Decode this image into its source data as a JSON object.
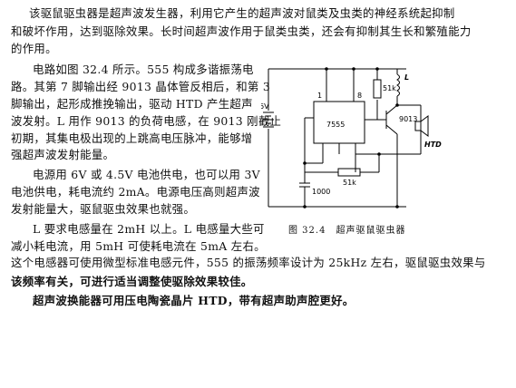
{
  "paragraphs": {
    "intro": [
      "该驱鼠驱虫器是超声波发生器，利用它产生的超声波对鼠类及虫类的神经系统起抑制",
      "和破坏作用，达到驱除效果。长时间超声波作用于鼠类虫类，还会有抑制其生长和繁殖能力",
      "的作用。"
    ],
    "circuit": [
      "电路如图 32.4 所示。555 构成多谐振荡电",
      "路。其第 7 脚输出经 9013 晶体管反相后，和第 3",
      "脚输出，起形成推挽输出，驱动 HTD 产生超声",
      "波发射。L 用作 9013 的负荷电感，在 9013 刚截止",
      "初期，其集电极出现的上跳高电压脉冲，能够增",
      "强超声波发射能量。"
    ],
    "power": [
      "电源用 6V 或 4.5V 电池供电，也可以用 3V",
      "电池供电，耗电流约 2mA。电源电压高则超声波",
      "发射能量大，驱鼠驱虫效果也就强。"
    ],
    "inductor": [
      "L 要求电感量在 2mH 以上。L 电感量大些可",
      "减小耗电流，用 5mH 可使耗电流在 5mA 左右。",
      "这个电感器可使用微型标准电感元件，555 的振荡频率设计为 25kHz 左右，驱鼠驱虫效果与",
      "该频率有关，可进行适当调整使驱除效果较佳。"
    ],
    "transducer": [
      "超声波换能器可用压电陶瓷晶片 HTD，带有超声助声腔更好。"
    ]
  },
  "figure": {
    "caption": "图 32.4　超声驱鼠驱虫器",
    "labels": {
      "battery": "6V",
      "pin1": "1",
      "pin8": "8",
      "ic": "7555",
      "resistor_top": "51k",
      "inductor": "L",
      "transistor": "9013",
      "transducer": "HTD",
      "capacitor": "1000",
      "resistor_bottom": "51k"
    }
  }
}
